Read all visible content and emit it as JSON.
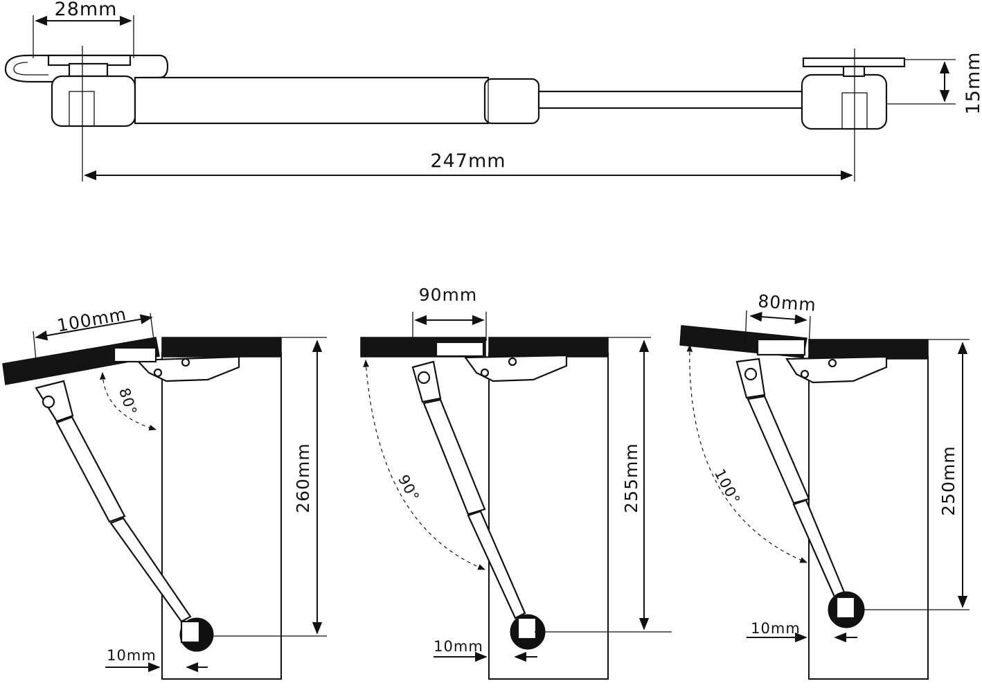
{
  "top_view": {
    "dim_width": "28mm",
    "dim_length": "247mm",
    "dim_height": "15mm"
  },
  "installations": [
    {
      "id": "install-80",
      "angle_label": "80°",
      "top_dim": "100mm",
      "height_dim": "260mm",
      "offset_dim": "10mm"
    },
    {
      "id": "install-90",
      "angle_label": "90°",
      "top_dim": "90mm",
      "height_dim": "255mm",
      "offset_dim": "10mm"
    },
    {
      "id": "install-100",
      "angle_label": "100°",
      "top_dim": "80mm",
      "height_dim": "250mm",
      "offset_dim": "10mm"
    }
  ]
}
